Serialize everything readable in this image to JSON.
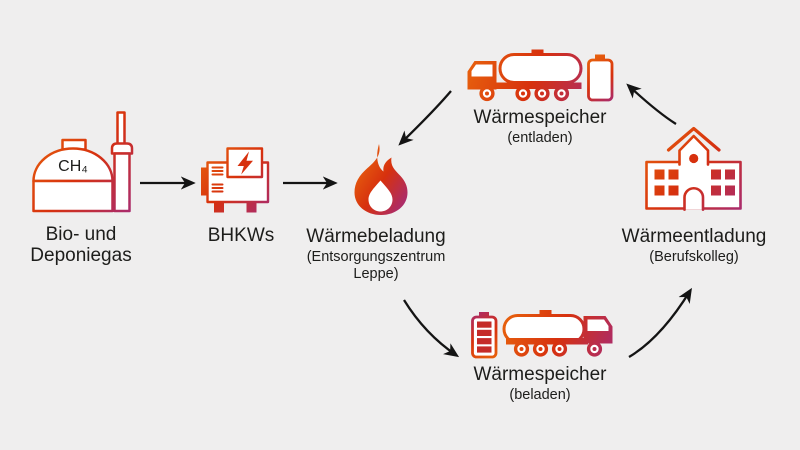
{
  "background_color": "#efeeee",
  "palette": {
    "gradient_start": "#e8630d",
    "gradient_mid": "#d7310e",
    "gradient_end": "#a92b6e",
    "accent_red": "#d7310e",
    "arrow_color": "#141414",
    "text_color": "#1d1d1b",
    "icon_fill": "#ffffff"
  },
  "nodes": {
    "biogas": {
      "gas_label": "CH₄",
      "label_line1": "Bio- und",
      "label_line2": "Deponiegas"
    },
    "bhkw": {
      "label": "BHKWs"
    },
    "heat_charging": {
      "label": "Wärmebeladung",
      "sublabel_line1": "(Entsorgungszentrum",
      "sublabel_line2": "Leppe)"
    },
    "storage_discharged": {
      "label": "Wärmespeicher",
      "sublabel": "(entladen)"
    },
    "storage_charged": {
      "label": "Wärmespeicher",
      "sublabel": "(beladen)"
    },
    "heat_discharging": {
      "label": "Wärmeentladung",
      "sublabel": "(Berufskolleg)"
    }
  },
  "edges": [
    {
      "from": "biogas",
      "to": "bhkw",
      "style": "straight"
    },
    {
      "from": "bhkw",
      "to": "heat_charging",
      "style": "straight"
    },
    {
      "from": "heat_charging",
      "to": "storage_charged",
      "style": "curved"
    },
    {
      "from": "storage_charged",
      "to": "heat_discharging",
      "style": "curved"
    },
    {
      "from": "heat_discharging",
      "to": "storage_discharged",
      "style": "curved"
    },
    {
      "from": "storage_discharged",
      "to": "heat_charging",
      "style": "curved"
    }
  ]
}
